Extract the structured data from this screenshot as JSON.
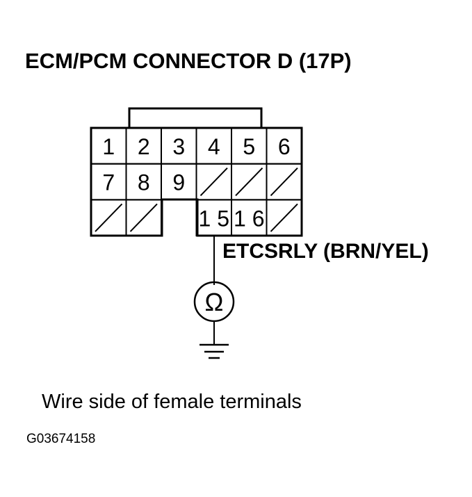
{
  "title": "ECM/PCM CONNECTOR D (17P)",
  "connector": {
    "terminals": [
      {
        "label": "1",
        "row": 0,
        "col": 0
      },
      {
        "label": "2",
        "row": 0,
        "col": 1
      },
      {
        "label": "3",
        "row": 0,
        "col": 2
      },
      {
        "label": "4",
        "row": 0,
        "col": 3
      },
      {
        "label": "5",
        "row": 0,
        "col": 4
      },
      {
        "label": "6",
        "row": 0,
        "col": 5
      },
      {
        "label": "7",
        "row": 1,
        "col": 0
      },
      {
        "label": "8",
        "row": 1,
        "col": 1
      },
      {
        "label": "9",
        "row": 1,
        "col": 2
      },
      {
        "label": "15",
        "row": 2,
        "col": 3
      },
      {
        "label": "16",
        "row": 2,
        "col": 4
      }
    ],
    "empty_cavities": [
      {
        "row": 1,
        "col": 3
      },
      {
        "row": 1,
        "col": 4
      },
      {
        "row": 1,
        "col": 5
      },
      {
        "row": 2,
        "col": 0
      },
      {
        "row": 2,
        "col": 1
      },
      {
        "row": 2,
        "col": 5
      }
    ]
  },
  "wire_label": "ETCSRLY (BRN/YEL)",
  "meter_symbol": "Ω",
  "caption": "Wire side of female terminals",
  "figure_id": "G03674158"
}
